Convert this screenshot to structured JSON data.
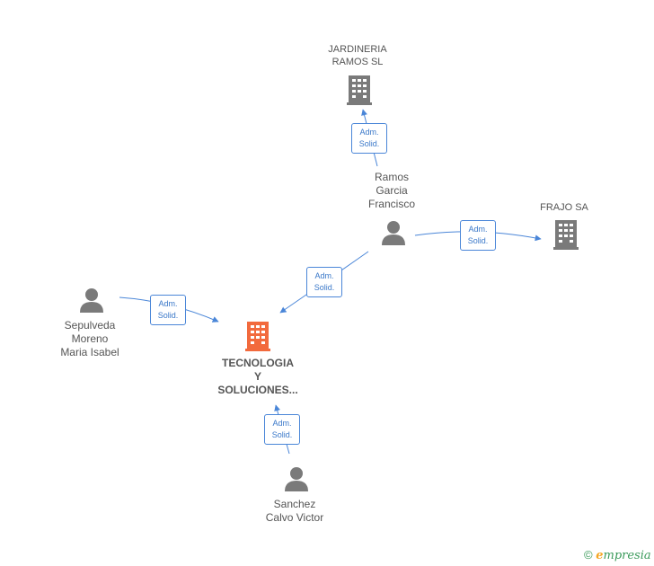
{
  "colors": {
    "edge": "#4a86d8",
    "company": "#7a7a7a",
    "main_company": "#f26a3d",
    "person": "#7a7a7a"
  },
  "nodes": {
    "jardineria": {
      "line1": "JARDINERIA",
      "line2": "RAMOS SL",
      "icon": "building-icon"
    },
    "frajo": {
      "line1": "FRAJO SA",
      "icon": "building-icon"
    },
    "tecnologia": {
      "line1": "TECNOLOGIA",
      "line2": "Y",
      "line3": "SOLUCIONES...",
      "icon": "building-icon"
    },
    "ramos": {
      "line1": "Ramos",
      "line2": "Garcia",
      "line3": "Francisco",
      "icon": "person-icon"
    },
    "sepulveda": {
      "line1": "Sepulveda",
      "line2": "Moreno",
      "line3": "Maria Isabel",
      "icon": "person-icon"
    },
    "sanchez": {
      "line1": "Sanchez",
      "line2": "Calvo Victor",
      "icon": "person-icon"
    }
  },
  "edges": {
    "ramos_jardineria": {
      "line1": "Adm.",
      "line2": "Solid."
    },
    "ramos_frajo": {
      "line1": "Adm.",
      "line2": "Solid."
    },
    "ramos_tecnologia": {
      "line1": "Adm.",
      "line2": "Solid."
    },
    "sepulveda_tecnologia": {
      "line1": "Adm.",
      "line2": "Solid."
    },
    "sanchez_tecnologia": {
      "line1": "Adm.",
      "line2": "Solid."
    }
  },
  "footer": {
    "copyright": "©",
    "brand_first": "e",
    "brand_rest": "mpresia"
  }
}
